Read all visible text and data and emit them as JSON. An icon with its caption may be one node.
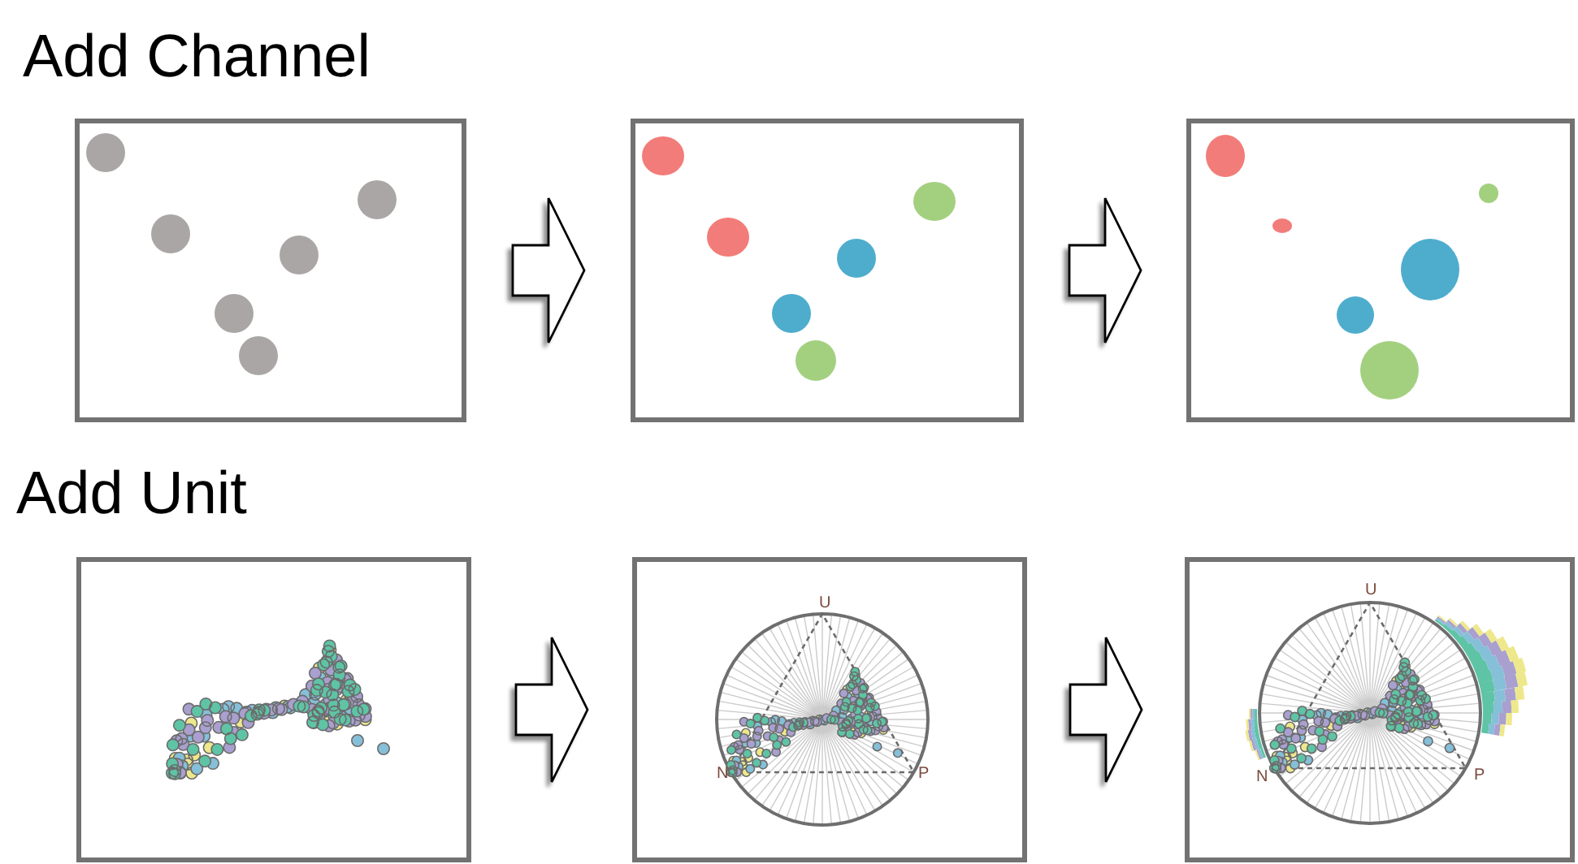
{
  "diagram": {
    "nodes": [
      {
        "text": [],
        "shape": "picture"
      },
      {
        "text": [],
        "shape": "picture"
      },
      {
        "text": [],
        "shape": "picture"
      },
      {
        "text": [],
        "shape": "picture"
      },
      {
        "text": [],
        "shape": "picture"
      },
      {
        "text": [],
        "shape": "picture"
      }
    ],
    "edges": [
      {
        "from": 0,
        "to": 1,
        "arrow": "to"
      },
      {
        "from": 1,
        "to": 2,
        "arrow": "to"
      },
      {
        "from": 3,
        "to": 4,
        "arrow": "to"
      },
      {
        "from": 4,
        "to": 5,
        "arrow": "to"
      }
    ],
    "labels": [
      "Add Channel",
      "Add Unit",
      "U",
      "N",
      "P",
      "U",
      "N",
      "P"
    ]
  }
}
